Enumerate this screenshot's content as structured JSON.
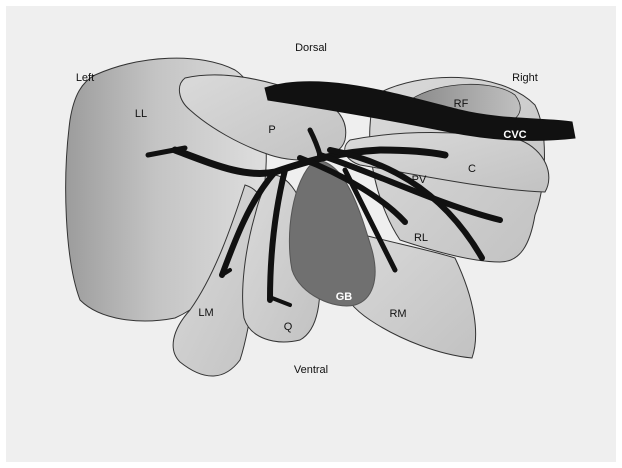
{
  "orientation": {
    "dorsal": "Dorsal",
    "ventral": "Ventral",
    "left": "Left",
    "right": "Right"
  },
  "lobes": {
    "ll": "LL",
    "lm": "LM",
    "q": "Q",
    "rm": "RM",
    "rl": "RL",
    "c": "C",
    "p": "P",
    "rf": "RF"
  },
  "structures": {
    "cvc": "CVC",
    "pv": "PV",
    "gb": "GB"
  },
  "colors": {
    "background": "#efefef",
    "lobe_fill": "#cfcfcf",
    "outline": "#333333",
    "vessel": "#111111",
    "gallbladder": "#707070"
  }
}
